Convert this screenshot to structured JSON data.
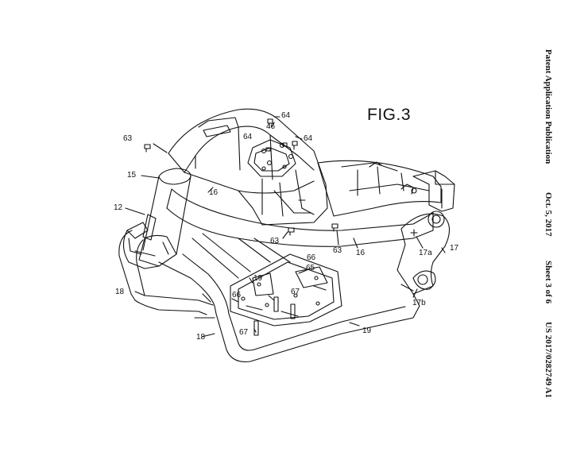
{
  "figure": {
    "title": "FIG.3"
  },
  "header": {
    "publication_type": "Patent Application Publication",
    "date": "Oct. 5, 2017",
    "sheet": "Sheet 3 of 6",
    "number": "US 2017/0282749 A1"
  },
  "reference_labels": [
    "64",
    "46",
    "64",
    "64",
    "63",
    "15",
    "16",
    "12",
    "63",
    "63",
    "16",
    "17",
    "17a",
    "66",
    "65",
    "19",
    "66",
    "67",
    "18",
    "17b",
    "67",
    "18",
    "19"
  ],
  "colors": {
    "ink": "#111111",
    "paper": "#ffffff"
  }
}
